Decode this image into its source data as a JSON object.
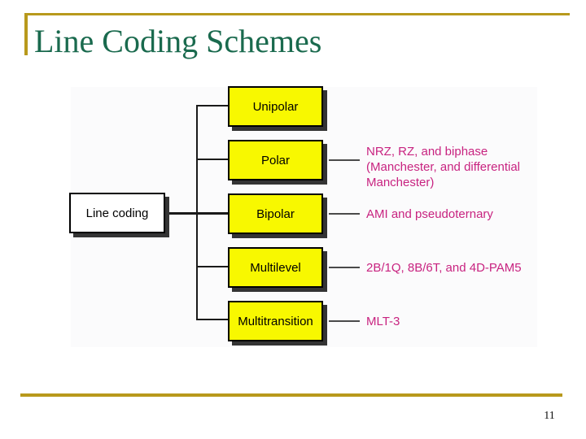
{
  "slide": {
    "title": "Line Coding Schemes",
    "page_number": "11"
  },
  "colors": {
    "accent_gold": "#B8991C",
    "title_green": "#1A6A4E",
    "box_yellow": "#F8F800",
    "annotation_magenta": "#C82380",
    "line_black": "#1A1A1A",
    "shadow_dark": "#343434",
    "connector_gray": "#4A4A4A",
    "diagram_bg": "#FBFBFC"
  },
  "diagram": {
    "root": {
      "label": "Line coding"
    },
    "branches": [
      {
        "label": "Unipolar",
        "annotation": ""
      },
      {
        "label": "Polar",
        "annotation": "NRZ, RZ, and biphase (Manchester, and differential Manchester)"
      },
      {
        "label": "Bipolar",
        "annotation": "AMI and pseudoternary"
      },
      {
        "label": "Multilevel",
        "annotation": "2B/1Q, 8B/6T, and 4D-PAM5"
      },
      {
        "label": "Multitransition",
        "annotation": "MLT-3"
      }
    ]
  }
}
